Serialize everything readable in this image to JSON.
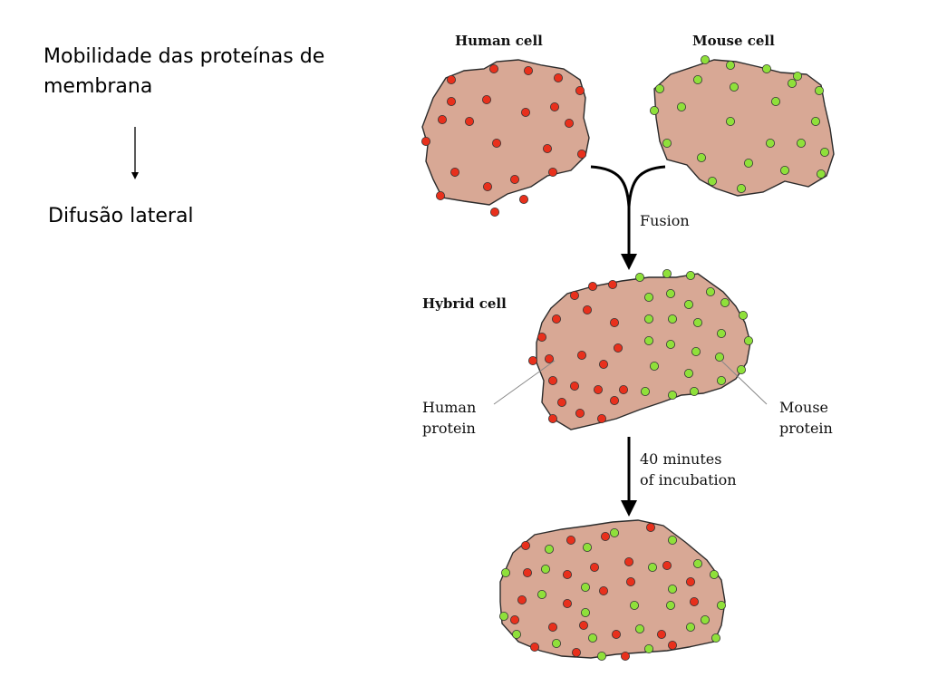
{
  "slide": {
    "title": "Mobilidade das proteínas de membrana",
    "subtitle": "Difusão lateral"
  },
  "diagram": {
    "human_cell_label": "Human cell",
    "mouse_cell_label": "Mouse cell",
    "fusion_label": "Fusion",
    "hybrid_cell_label": "Hybrid cell",
    "human_protein_label": [
      "Human",
      "protein"
    ],
    "mouse_protein_label": [
      "Mouse",
      "protein"
    ],
    "incubation_label": [
      "40 minutes",
      "of incubation"
    ]
  },
  "colors": {
    "human_protein": "#e8301c",
    "mouse_protein": "#8fe03a",
    "cell_fill": "#d8a895",
    "cell_outline": "#2b2b2b"
  }
}
